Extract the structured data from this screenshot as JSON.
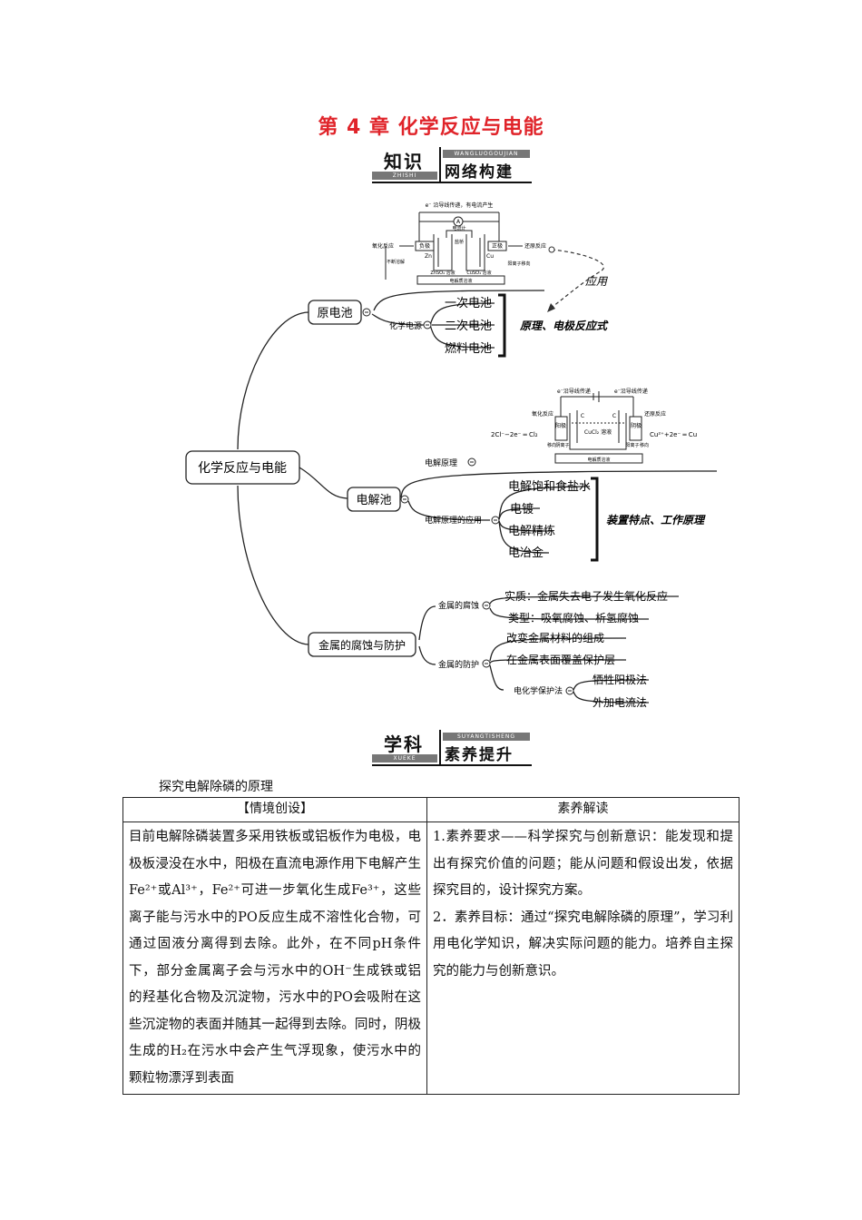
{
  "title": "第 4 章  化学反应与电能",
  "banner1": {
    "big": "知识",
    "big_pinyin": "ZHISHI",
    "sub": "网络构建",
    "sub_pinyin": "WANGLUOGOUJIAN"
  },
  "banner2": {
    "big": "学科",
    "big_pinyin": "XUEKE",
    "sub": "素养提升",
    "sub_pinyin": "SUYANGTISHENG"
  },
  "mindmap": {
    "root": "化学反应与电能",
    "galvanic": {
      "label": "原电池",
      "power_label": "化学电源",
      "items": [
        "一次电池",
        "二次电池",
        "燃料电池"
      ],
      "bracket_text": "原理、电极反应式",
      "apply_label": "应用",
      "diagram": {
        "top_label": "e⁻ 沿导线传递，有电流产生",
        "ammeter": "A",
        "meter_label": "电流计",
        "neg_electrode": "负极",
        "pos_electrode": "正极",
        "left_reaction": "氧化反应",
        "right_reaction": "还原反应",
        "zn": "Zn",
        "cu": "Cu",
        "salt_bridge": "盐桥",
        "left_solution": "ZnSO₄ 溶液",
        "right_solution": "CuSO₄ 溶液",
        "left_side_note": "不断溶解",
        "right_side_note": "阳离子移向",
        "bottom_box": "电解质溶液"
      }
    },
    "electrolysis": {
      "label": "电解池",
      "principle_label": "电解原理",
      "application_label": "电解原理的应用",
      "items": [
        "电解饱和食盐水",
        "电镀",
        "电解精炼",
        "电冶金"
      ],
      "bracket_text": "装置特点、工作原理",
      "diagram": {
        "left_top": "e⁻沿导线传递",
        "right_top": "e⁻沿导线传递",
        "left_reaction": "氧化反应",
        "right_reaction": "还原反应",
        "anode": "阳极",
        "cathode": "阴极",
        "left_c": "C",
        "right_c": "C",
        "solution": "CuCl₂ 溶液",
        "left_eq": "2Cl⁻−2e⁻ ═ Cl₂",
        "right_eq": "Cu²⁺+2e⁻ ═ Cu",
        "anion_note": "阴离子",
        "cation_note": "阳离子",
        "move_note": "移向",
        "bottom_box": "电解质溶液"
      }
    },
    "corrosion": {
      "label": "金属的腐蚀与防护",
      "corr_label": "金属的腐蚀",
      "corr_items": [
        "实质：金属失去电子发生氧化反应",
        "类型：吸氧腐蚀、析氢腐蚀"
      ],
      "prot_label": "金属的防护",
      "prot_items": [
        "改变金属材料的组成",
        "在金属表面覆盖保护层"
      ],
      "echem_label": "电化学保护法",
      "echem_items": [
        "牺牲阳极法",
        "外加电流法"
      ]
    }
  },
  "section_title": "探究电解除磷的原理",
  "table": {
    "headers": [
      "【情境创设】",
      "素养解读"
    ],
    "left": "目前电解除磷装置多采用铁板或铝板作为电极，电极板浸没在水中，阳极在直流电源作用下电解产生Fe²⁺或Al³⁺，Fe²⁺可进一步氧化生成Fe³⁺，这些离子能与污水中的PO反应生成不溶性化合物，可通过固液分离得到去除。此外，在不同pH条件下，部分金属离子会与污水中的OH⁻生成铁或铝的羟基化合物及沉淀物，污水中的PO会吸附在这些沉淀物的表面并随其一起得到去除。同时，阴极生成的H₂在污水中会产生气浮现象，使污水中的颗粒物漂浮到表面",
    "right_1": "1.素养要求——科学探究与创新意识：能发现和提出有探究价值的问题；能从问题和假设出发，依据探究目的，设计探究方案。",
    "right_2": "2．素养目标：通过“探究电解除磷的原理”，学习利用电化学知识，解决实际问题的能力。培养自主探究的能力与创新意识。"
  }
}
